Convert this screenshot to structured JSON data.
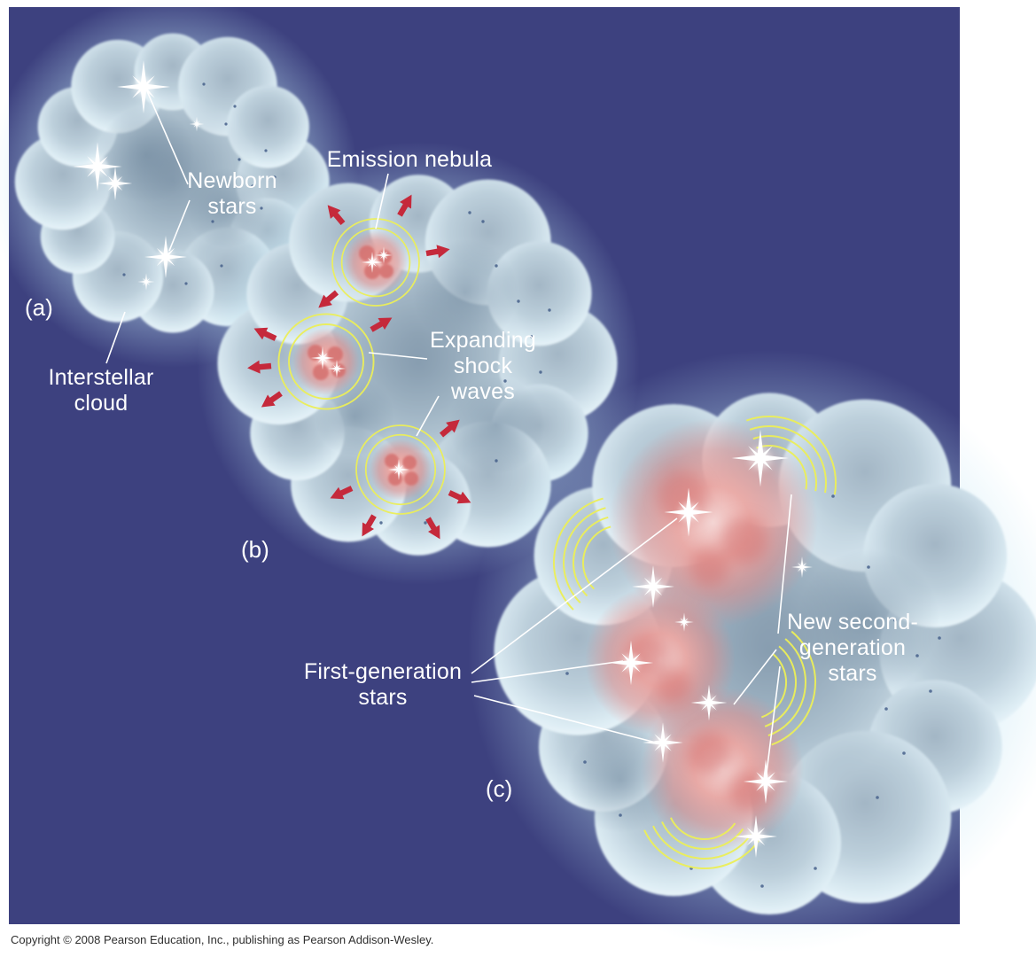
{
  "labels": {
    "newborn_stars": "Newborn\nstars",
    "panel_a": "(a)",
    "interstellar_cloud": "Interstellar\ncloud",
    "emission_nebula": "Emission nebula",
    "expanding_shock_waves": "Expanding\nshock\nwaves",
    "panel_b": "(b)",
    "first_generation_stars": "First-generation\nstars",
    "new_second_generation_stars": "New second-\ngeneration\nstars",
    "panel_c": "(c)"
  },
  "footer": {
    "copyright": "Copyright © 2008 Pearson Education, Inc., publishing as Pearson Addison-Wesley."
  },
  "colors": {
    "background": "#3d417f",
    "cloud_rim": "#e8f6fc",
    "cloud_body": "#aebfcd",
    "emission_nebula_pink": "#e59a98",
    "shock_wave_yellow": "#ecef58",
    "arrow_red": "#c5293b",
    "star_white": "#ffffff",
    "label_text": "#ffffff"
  }
}
